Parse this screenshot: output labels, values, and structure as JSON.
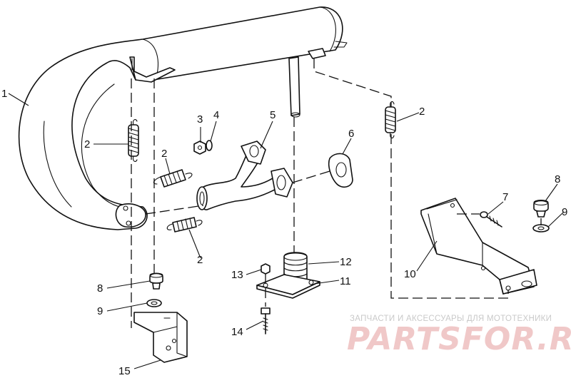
{
  "diagram": {
    "callouts": [
      {
        "id": "c1",
        "label": "1"
      },
      {
        "id": "c2a",
        "label": "2"
      },
      {
        "id": "c2b",
        "label": "2"
      },
      {
        "id": "c2c",
        "label": "2"
      },
      {
        "id": "c2d",
        "label": "2"
      },
      {
        "id": "c3",
        "label": "3"
      },
      {
        "id": "c4",
        "label": "4"
      },
      {
        "id": "c5",
        "label": "5"
      },
      {
        "id": "c6",
        "label": "6"
      },
      {
        "id": "c7",
        "label": "7"
      },
      {
        "id": "c8a",
        "label": "8"
      },
      {
        "id": "c8b",
        "label": "8"
      },
      {
        "id": "c9a",
        "label": "9"
      },
      {
        "id": "c9b",
        "label": "9"
      },
      {
        "id": "c10",
        "label": "10"
      },
      {
        "id": "c11",
        "label": "11"
      },
      {
        "id": "c12",
        "label": "12"
      },
      {
        "id": "c13",
        "label": "13"
      },
      {
        "id": "c14",
        "label": "14"
      },
      {
        "id": "c15",
        "label": "15"
      }
    ]
  },
  "watermark": {
    "tagline": "ЗАПЧАСТИ И АКСЕССУАРЫ ДЛЯ МОТОТЕХНИКИ",
    "brand": "PARTSFOR.RU",
    "brand_color": "#e8a0a0"
  }
}
